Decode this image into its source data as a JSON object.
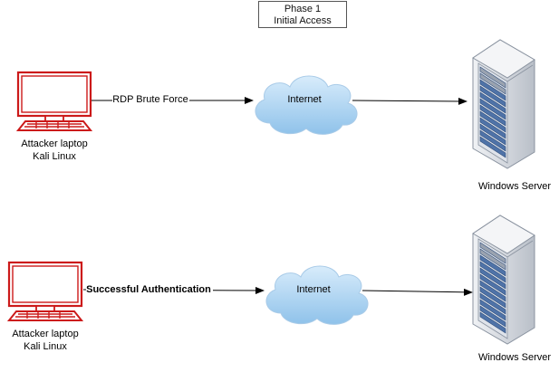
{
  "phase": {
    "title": "Phase 1",
    "subtitle": "Initial Access"
  },
  "rows": [
    {
      "attacker": {
        "line1": "Attacker laptop",
        "line2": "Kali Linux",
        "icon": "laptop-icon"
      },
      "edge_label": "RDP Brute Force",
      "edge_label_color": "#000000",
      "cloud_label": "Internet",
      "server_label": "Windows Server"
    },
    {
      "attacker": {
        "line1": "Attacker laptop",
        "line2": "Kali Linux",
        "icon": "laptop-icon"
      },
      "edge_label": "Successful Authentication",
      "edge_label_color": "#1a8a1a",
      "cloud_label": "Internet",
      "server_label": "Windows Server"
    }
  ],
  "colors": {
    "laptop_stroke": "#cc1a1a",
    "cloud_fill": "#b7d8f2",
    "server_blue": "#4f73a8"
  }
}
